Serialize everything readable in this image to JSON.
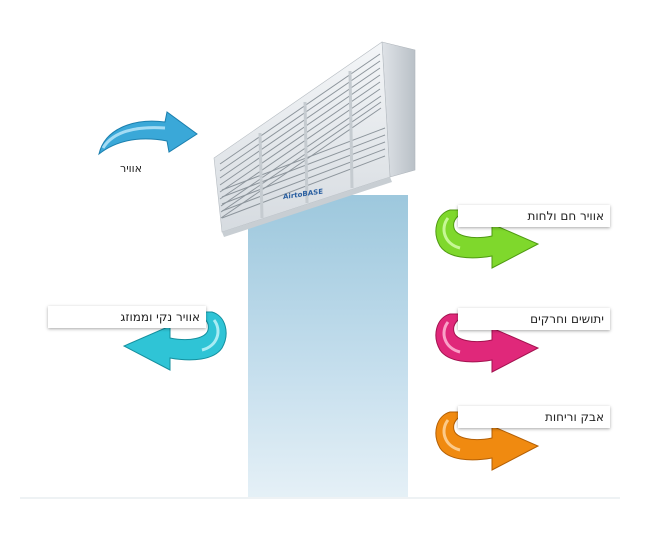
{
  "intake_label": "אוויר",
  "outputs": [
    {
      "label": "אוויר חם ולחות",
      "color": "#7fd82c"
    },
    {
      "label": "יתושים וחרקים",
      "color": "#e0287a"
    },
    {
      "label": "אבק וריחות",
      "color": "#f08a10"
    }
  ],
  "clean_air_label": "אוויר נקי וממוזג",
  "clean_air_color": "#2fc4d6",
  "intake_color": "#3aa8d8",
  "brand": "AirtoBASE",
  "curtain_color": "#a8cfe3"
}
